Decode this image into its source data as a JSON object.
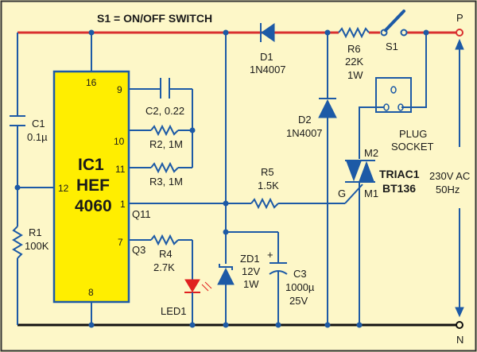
{
  "title": "S1 = ON/OFF SWITCH",
  "colors": {
    "background": "#fdf7c8",
    "wire": "#1d5aa6",
    "live_rail": "#d93030",
    "neutral_rail": "#111111",
    "ic_fill": "#ffee00",
    "led": "#e02020"
  },
  "ic": {
    "name_line1": "IC1",
    "name_line2": "HEF",
    "name_line3": "4060",
    "pins": {
      "p16": "16",
      "p9": "9",
      "p10": "10",
      "p11": "11",
      "p12": "12",
      "p1": "1",
      "p7": "7",
      "p8": "8"
    },
    "outputs": {
      "q11": "Q11",
      "q3": "Q3"
    }
  },
  "components": {
    "c1": {
      "name": "C1",
      "value": "0.1µ"
    },
    "c2": {
      "label": "C2, 0.22"
    },
    "r1": {
      "name": "R1",
      "value": "100K"
    },
    "r2": {
      "label": "R2, 1M"
    },
    "r3": {
      "label": "R3, 1M"
    },
    "r4": {
      "name": "R4",
      "value": "2.7K"
    },
    "r5": {
      "name": "R5",
      "value": "1.5K"
    },
    "r6": {
      "name": "R6",
      "value": "22K",
      "power": "1W"
    },
    "d1": {
      "name": "D1",
      "part": "1N4007"
    },
    "d2": {
      "name": "D2",
      "part": "1N4007"
    },
    "zd1": {
      "name": "ZD1",
      "voltage": "12V",
      "power": "1W"
    },
    "c3": {
      "name": "C3",
      "value": "1000µ",
      "voltage": "25V"
    },
    "led1": {
      "name": "LED1"
    },
    "s1": {
      "name": "S1"
    },
    "socket": {
      "line1": "PLUG",
      "line2": "SOCKET"
    },
    "triac": {
      "name": "TRIAC1",
      "part": "BT136",
      "m2": "M2",
      "m1": "M1",
      "g": "G"
    }
  },
  "supply": {
    "p": "P",
    "n": "N",
    "voltage": "230V AC",
    "freq": "50Hz"
  }
}
